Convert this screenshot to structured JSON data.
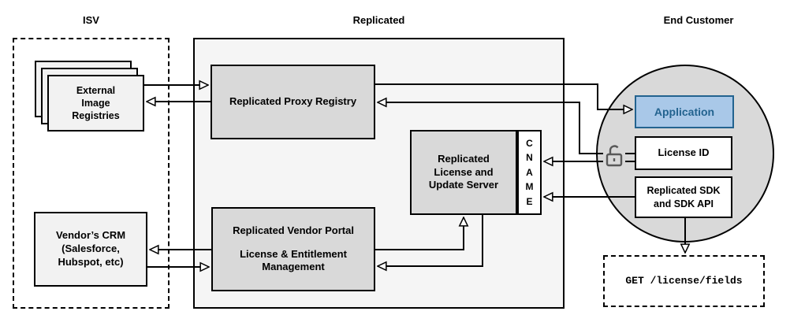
{
  "sections": {
    "isv": {
      "label": "ISV"
    },
    "replicated": {
      "label": "Replicated"
    },
    "end_customer": {
      "label": "End Customer"
    }
  },
  "nodes": {
    "external_image_registries": {
      "line1": "External",
      "line2": "Image",
      "line3": "Registries"
    },
    "vendors_crm": {
      "line1": "Vendor’s CRM",
      "line2": "(Salesforce,",
      "line3": "Hubspot, etc)"
    },
    "proxy_registry": {
      "label": "Replicated Proxy Registry"
    },
    "license_update_server": {
      "line1": "Replicated",
      "line2": "License and",
      "line3": "Update Server"
    },
    "cname": {
      "letters": [
        "C",
        "N",
        "A",
        "M",
        "E"
      ]
    },
    "vendor_portal": {
      "line1": "Replicated Vendor Portal",
      "line2": "License & Entitlement",
      "line3": "Management"
    },
    "application": {
      "label": "Application"
    },
    "license_id": {
      "label": "License ID"
    },
    "replicated_sdk": {
      "line1": "Replicated SDK",
      "line2": "and SDK API"
    },
    "get_endpoint": {
      "label": "GET /license/fields"
    }
  },
  "icons": {
    "unlock": "unlock-icon"
  },
  "colors": {
    "node_gray": "#d9d9d9",
    "container_gray": "#f5f5f5",
    "light_node": "#f2f2f2",
    "circle_gray": "#d9d9d9",
    "app_fill": "#a9c8e8",
    "app_border": "#23638f",
    "line": "#000000",
    "lock_stroke": "#595959"
  }
}
